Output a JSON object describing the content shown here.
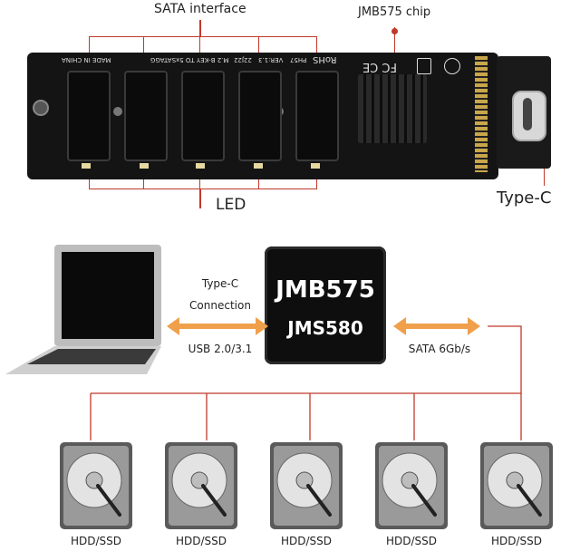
{
  "callouts": {
    "sata_interface": "SATA interface",
    "jmb_chip": "JMB575 chip",
    "led": "LED",
    "type_c": "Type-C"
  },
  "board": {
    "made_in": "MADE IN CHINA",
    "key_text": "M.2 B-KEY TO 5xSATAGG",
    "date_code": "22J22",
    "version": "VER:1.3",
    "model": "PH57",
    "rohs": "RoHS",
    "cert": "FC CE"
  },
  "chip": {
    "line1": "JMB575",
    "line2": "JMS580"
  },
  "left_link": {
    "line1": "Type-C",
    "line2": "Connection",
    "line3": "USB 2.0/3.1"
  },
  "right_link": {
    "text": "SATA 6Gb/s"
  },
  "drives": [
    {
      "label": "HDD/SSD"
    },
    {
      "label": "HDD/SSD"
    },
    {
      "label": "HDD/SSD"
    },
    {
      "label": "HDD/SSD"
    },
    {
      "label": "HDD/SSD"
    }
  ],
  "colors": {
    "accent": "#c0392b",
    "arrow": "#f0a04b",
    "board": "#1a1a1a",
    "chip": "#111111"
  }
}
